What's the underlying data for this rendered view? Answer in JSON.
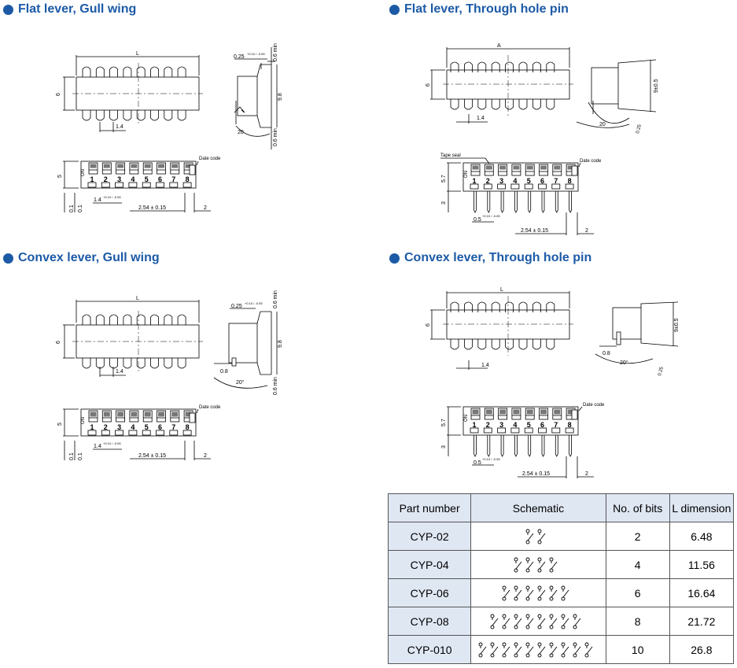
{
  "headings": {
    "flat_gull": "Flat lever, Gull wing",
    "flat_through": "Flat lever, Through hole pin",
    "convex_gull": "Convex lever, Gull wing",
    "convex_through": "Convex lever, Through hole pin"
  },
  "dims": {
    "L": "L",
    "A": "A",
    "six": "6",
    "pitch_14": "1.4",
    "lead_025": "0.25",
    "lead_025_tol": "+0.10 / -0.05",
    "gap_06_min": "0.6 min",
    "h_98": "9.8",
    "angle_20": "20",
    "angle_20_deg": "20°",
    "h_9": "9±0.5",
    "lead_025_r": "0.25",
    "five": "5",
    "on": "ON",
    "date_code": "Date code",
    "tape_seal": "Tape seal",
    "pitch_14_tol": "1.4",
    "pitch_14_tol_sup": "+0.10 / -0.05",
    "pitch_254": "2.54 ± 0.15",
    "two": "2",
    "zero_one": "0.1",
    "h_57": "5.7",
    "three": "3",
    "w_05": "0.5",
    "w_05_tol": "+0.10 / -0.05",
    "offset_08": "0.8"
  },
  "switch_numbers": [
    "1",
    "2",
    "3",
    "4",
    "5",
    "6",
    "7",
    "8"
  ],
  "table": {
    "headers": [
      "Part number",
      "Schematic",
      "No. of bits",
      "L dimension"
    ],
    "rows": [
      {
        "part": "CYP-02",
        "bits": "2",
        "l": "6.48",
        "n": 2
      },
      {
        "part": "CYP-04",
        "bits": "4",
        "l": "11.56",
        "n": 4
      },
      {
        "part": "CYP-06",
        "bits": "6",
        "l": "16.64",
        "n": 6
      },
      {
        "part": "CYP-08",
        "bits": "8",
        "l": "21.72",
        "n": 8
      },
      {
        "part": "CYP-010",
        "bits": "10",
        "l": "26.8",
        "n": 10
      }
    ]
  },
  "colors": {
    "accent": "#1c5aa6",
    "header_bg": "#dfe7f3"
  }
}
